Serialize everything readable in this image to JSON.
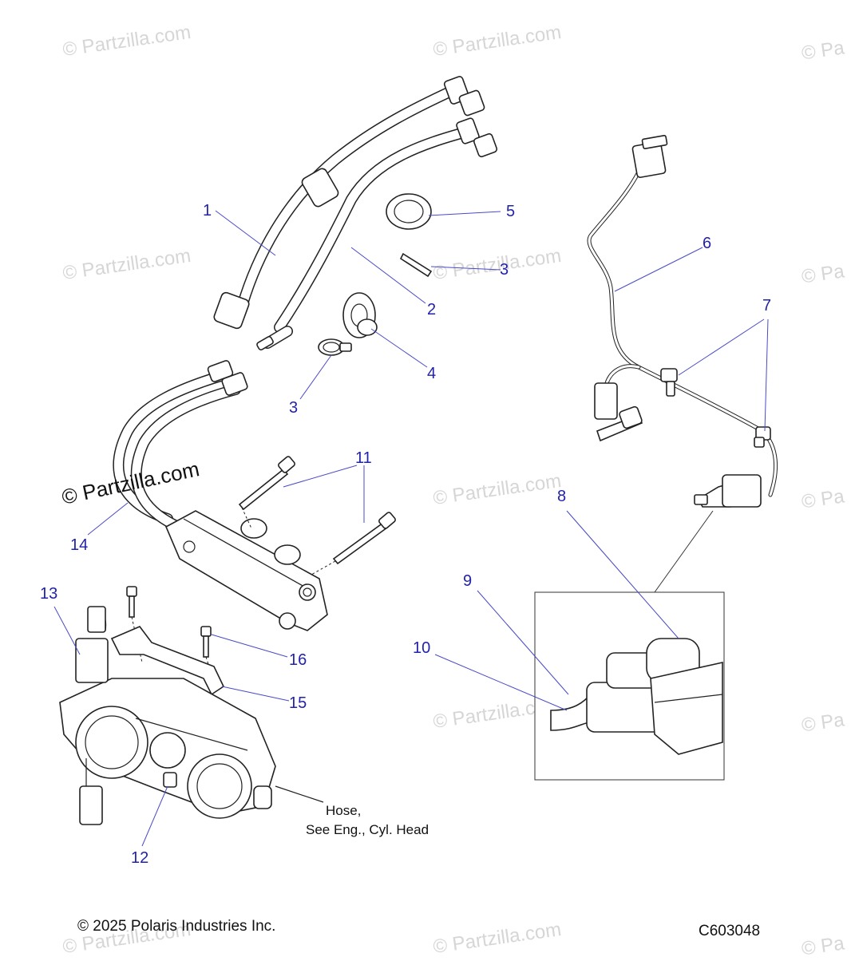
{
  "watermarks": [
    "© Partzilla.com",
    "© Partzilla.com",
    "© Pa",
    "© Partzilla.com",
    "© Partzilla.com",
    "© Pa",
    "© Partzilla.com",
    "© Pa",
    "© Partzilla.com",
    "© Pa",
    "© Partzilla.com",
    "© Partzilla.com",
    "© Pa"
  ],
  "watermark_main": "© Partzilla.com",
  "callouts": {
    "c1": "1",
    "c2": "2",
    "c3a": "3",
    "c3b": "3",
    "c4": "4",
    "c5": "5",
    "c6": "6",
    "c7": "7",
    "c8": "8",
    "c9": "9",
    "c10": "10",
    "c11": "11",
    "c12": "12",
    "c13": "13",
    "c14": "14",
    "c15": "15",
    "c16": "16"
  },
  "note": {
    "line1": "Hose,",
    "line2": "See Eng., Cyl. Head"
  },
  "footer": {
    "copyright": "© 2025 Polaris Industries Inc.",
    "code": "C603048"
  }
}
